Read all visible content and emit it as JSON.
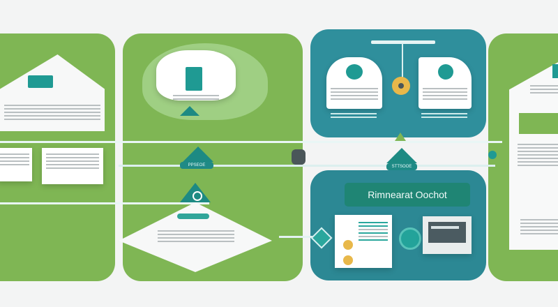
{
  "header": {
    "title": "Rimnearat Oochot"
  },
  "labels": {
    "pill_left": "PPSEOE",
    "pill_right": "STTSOOE"
  },
  "colors": {
    "green_panel": "#7fb654",
    "teal_panel": "#2f8f9c",
    "dark_teal": "#1d8a83",
    "accent_gold": "#e8b84a",
    "card_white": "#ffffff"
  },
  "icons": [
    "server-icon",
    "user-icon",
    "gear-icon",
    "monitor-icon",
    "coin-icon"
  ]
}
